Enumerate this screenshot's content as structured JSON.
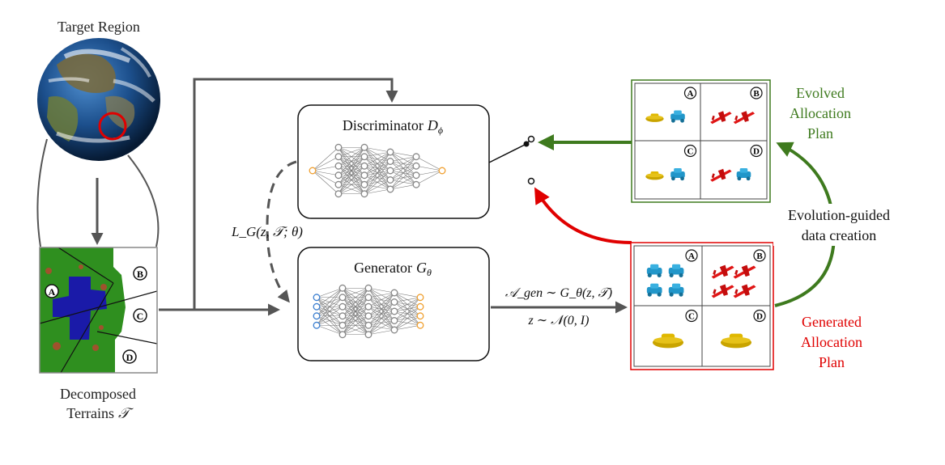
{
  "target_region": {
    "label": "Target Region"
  },
  "terrains": {
    "label_line1": "Decomposed",
    "label_line2": "Terrains",
    "symbol": "𝒯",
    "regions": [
      "A",
      "B",
      "C",
      "D"
    ]
  },
  "discriminator": {
    "label": "Discriminator",
    "symbol_main": "D",
    "symbol_sub": "ϕ"
  },
  "generator": {
    "label": "Generator",
    "symbol_main": "G",
    "symbol_sub": "θ"
  },
  "loss_label": "L_G(z, 𝒯; θ)",
  "gen_output": {
    "line1": "𝒜_gen ∼ G_θ(z, 𝒯)",
    "line2": "z ∼ 𝒩(0, I)"
  },
  "evolved_plan": {
    "line1": "Evolved",
    "line2": "Allocation",
    "line3": "Plan",
    "color": "#3e7a1e",
    "cells": [
      {
        "id": "A",
        "icons": [
          "yellow-boat-icon",
          "blue-vehicle-icon"
        ]
      },
      {
        "id": "B",
        "icons": [
          "red-plane-icon",
          "red-plane-icon"
        ]
      },
      {
        "id": "C",
        "icons": [
          "yellow-boat-icon",
          "blue-vehicle-icon"
        ]
      },
      {
        "id": "D",
        "icons": [
          "red-plane-icon",
          "blue-vehicle-icon"
        ]
      }
    ]
  },
  "generated_plan": {
    "line1": "Generated",
    "line2": "Allocation",
    "line3": "Plan",
    "color": "#e00000",
    "cells": [
      {
        "id": "A",
        "icons": [
          "blue-vehicle-icon",
          "blue-vehicle-icon",
          "blue-vehicle-icon",
          "blue-vehicle-icon"
        ]
      },
      {
        "id": "B",
        "icons": [
          "red-plane-icon",
          "red-plane-icon",
          "red-plane-icon",
          "red-plane-icon"
        ]
      },
      {
        "id": "C",
        "icons": [
          "yellow-boat-icon"
        ]
      },
      {
        "id": "D",
        "icons": [
          "yellow-boat-icon"
        ]
      }
    ]
  },
  "evolution": {
    "line1": "Evolution-guided",
    "line2": "data creation"
  },
  "colors": {
    "arrow_gray": "#555555",
    "green": "#3e7a1e",
    "red": "#e00000",
    "terrain_green": "#2f8f1f",
    "terrain_blue": "#1a1aa8",
    "terrain_brown": "#a0522d"
  }
}
